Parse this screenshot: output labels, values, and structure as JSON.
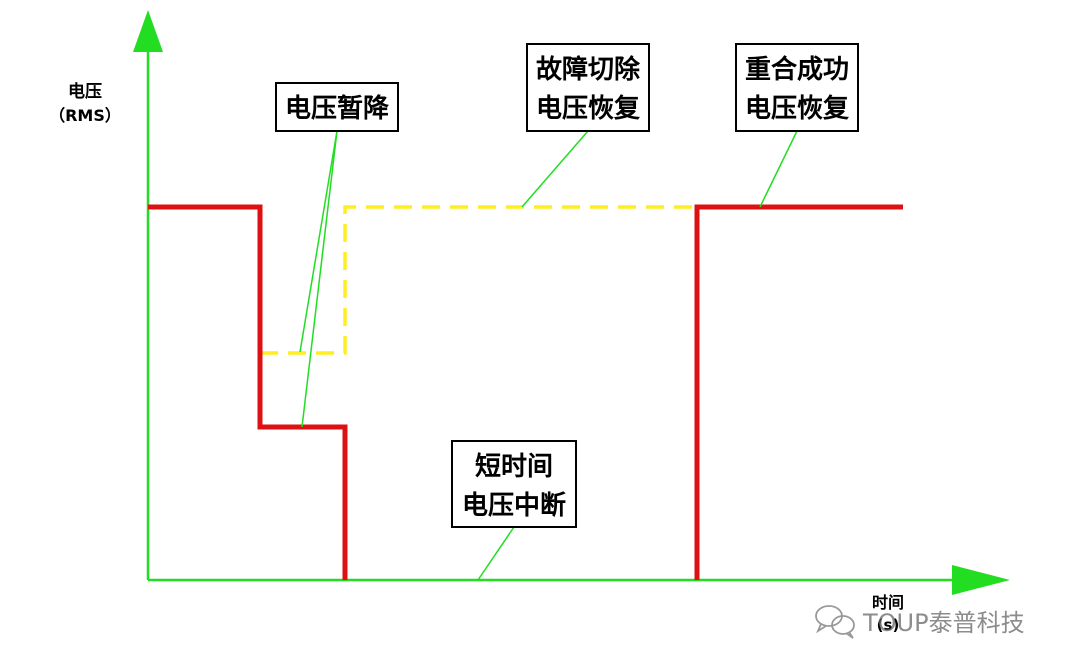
{
  "axes": {
    "y_label_line1": "电压",
    "y_label_line2": "（RMS）",
    "x_label_line1": "时间",
    "x_label_line2": "(s)"
  },
  "callouts": {
    "sag": {
      "line1": "电压暂降"
    },
    "fault_clear": {
      "line1": "故障切除",
      "line2": "电压恢复"
    },
    "reclose": {
      "line1": "重合成功",
      "line2": "电压恢复"
    },
    "interrupt": {
      "line1": "短时间",
      "line2": "电压中断"
    }
  },
  "watermark": {
    "text": "TOUP泰普科技",
    "icon": "wechat-icon"
  },
  "colors": {
    "axis": "#22dd22",
    "voltage_trace": "#dd1111",
    "recovery_trace": "#ffee22",
    "leader": "#22dd22",
    "box_border": "#000000"
  }
}
